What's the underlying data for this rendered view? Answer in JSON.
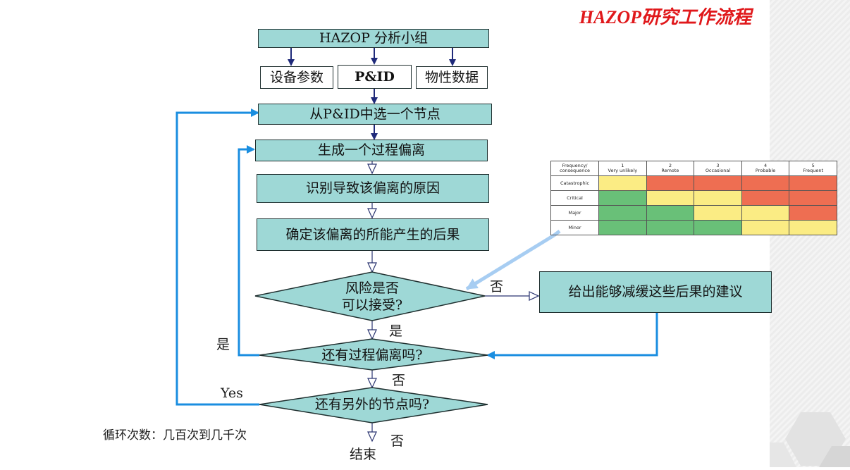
{
  "title": "HAZOP研究工作流程",
  "nodes": {
    "team": "HAZOP 分析小组",
    "equipment": "设备参数",
    "pid": "P&ID",
    "properties": "物性数据",
    "select_node": "从P&ID中选一个节点",
    "deviation": "生成一个过程偏离",
    "causes": "识别导致该偏离的原因",
    "consequences": "确定该偏离的所能产生的后果",
    "recommend": "给出能够减缓这些后果的建议",
    "risk_ok_line1": "风险是否",
    "risk_ok_line2": "可以接受?",
    "more_deviation": "还有过程偏离吗?",
    "more_nodes": "还有另外的节点吗?",
    "end": "结束"
  },
  "edge_labels": {
    "no_risk": "否",
    "yes_risk": "是",
    "yes_deviation": "是",
    "no_deviation": "否",
    "yes_nodes": "Yes",
    "no_nodes": "否"
  },
  "loop_note": "循环次数：几百次到几千次",
  "colors": {
    "box_fill": "#9ed8d6",
    "arrow_blue": "#1a8ee0",
    "pointer_blue": "#a7cdf2",
    "title_red": "#e0181b",
    "risk_yellow": "#fbec84",
    "risk_red": "#ee6e52",
    "risk_green": "#69c078"
  },
  "risk_matrix": {
    "corner": [
      "Frequency/",
      "consequence"
    ],
    "columns": [
      {
        "num": "1",
        "label": "Very unlikely"
      },
      {
        "num": "2",
        "label": "Remote"
      },
      {
        "num": "3",
        "label": "Occasional"
      },
      {
        "num": "4",
        "label": "Probable"
      },
      {
        "num": "5",
        "label": "Frequent"
      }
    ],
    "rows": [
      {
        "label": "Catastrophic",
        "cells": [
          "yellow",
          "red",
          "red",
          "red",
          "red"
        ]
      },
      {
        "label": "Critical",
        "cells": [
          "green",
          "yellow",
          "yellow",
          "red",
          "red"
        ]
      },
      {
        "label": "Major",
        "cells": [
          "green",
          "green",
          "yellow",
          "yellow",
          "red"
        ]
      },
      {
        "label": "Minor",
        "cells": [
          "green",
          "green",
          "green",
          "yellow",
          "yellow"
        ]
      }
    ]
  }
}
